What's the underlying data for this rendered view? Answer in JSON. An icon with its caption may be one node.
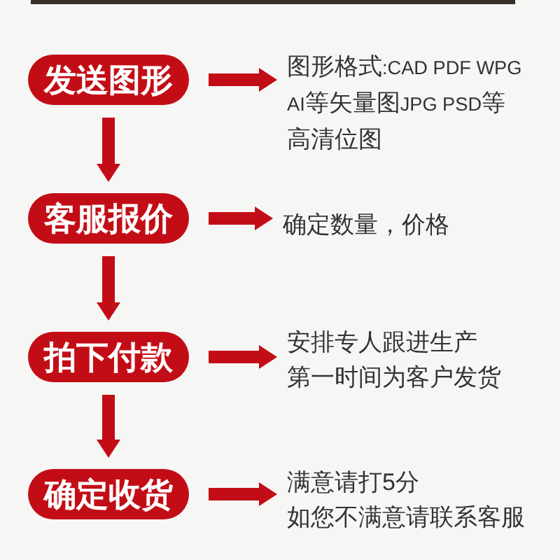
{
  "diagram": {
    "nodes": [
      {
        "text": [
          "发送图形"
        ]
      },
      {
        "text": [
          "图形格式:CAD PDF WPG AI等矢量图JPG PSD等高清位图"
        ]
      },
      {
        "text": [
          "客服报价"
        ]
      },
      {
        "text": [
          "确定数量，价格"
        ]
      },
      {
        "text": [
          "拍下付款"
        ]
      },
      {
        "text": [
          "安排专人跟进生产",
          "第一时间为客户发货"
        ]
      },
      {
        "text": [
          "确定收货"
        ]
      },
      {
        "text": [
          "满意请打5分",
          "如您不满意请联系客服"
        ]
      }
    ],
    "edges": [
      {
        "from": 0,
        "to": 1,
        "arrow": "to"
      },
      {
        "from": 0,
        "to": 2,
        "arrow": "to"
      },
      {
        "from": 2,
        "to": 3,
        "arrow": "to"
      },
      {
        "from": 2,
        "to": 4,
        "arrow": "to"
      },
      {
        "from": 4,
        "to": 5,
        "arrow": "to"
      },
      {
        "from": 4,
        "to": 6,
        "arrow": "to"
      },
      {
        "from": 6,
        "to": 7,
        "arrow": "to"
      }
    ]
  }
}
